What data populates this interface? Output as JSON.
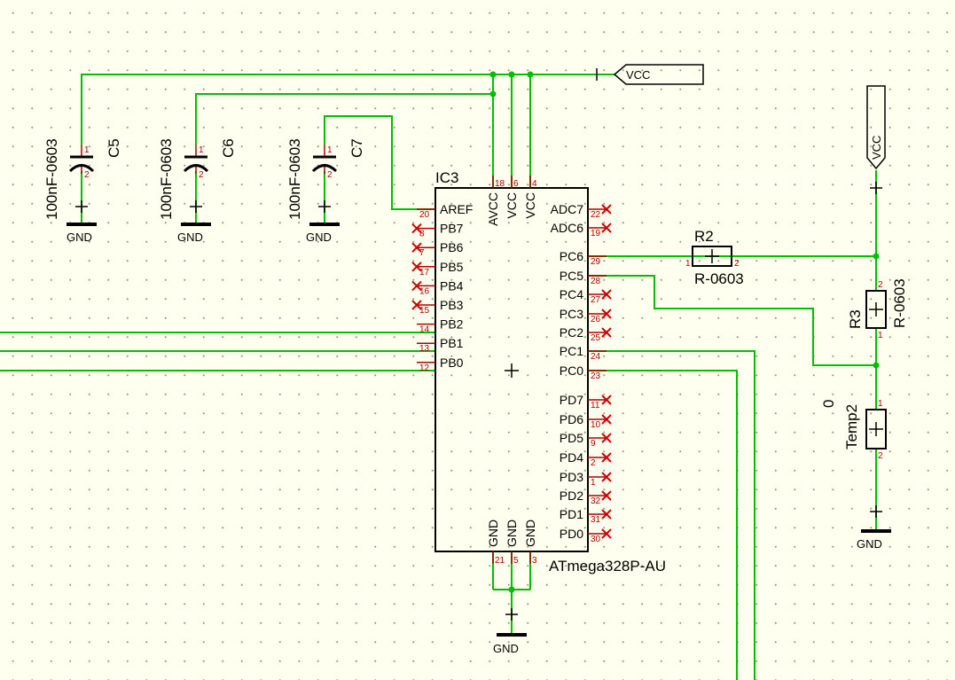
{
  "ic3": {
    "name": "IC3",
    "value": "ATmega328P-AU",
    "left_pins": [
      {
        "num": "20",
        "name": "AREF",
        "nc": false
      },
      {
        "num": "8",
        "name": "PB7",
        "nc": true
      },
      {
        "num": "7",
        "name": "PB6",
        "nc": true
      },
      {
        "num": "17",
        "name": "PB5",
        "nc": true
      },
      {
        "num": "16",
        "name": "PB4",
        "nc": true
      },
      {
        "num": "15",
        "name": "PB3",
        "nc": true
      },
      {
        "num": "14",
        "name": "PB2",
        "nc": false
      },
      {
        "num": "13",
        "name": "PB1",
        "nc": false
      },
      {
        "num": "12",
        "name": "PB0",
        "nc": false
      }
    ],
    "right_pins": [
      {
        "num": "22",
        "name": "ADC7",
        "nc": true
      },
      {
        "num": "19",
        "name": "ADC6",
        "nc": true
      },
      {
        "num": "29",
        "name": "PC6",
        "nc": false
      },
      {
        "num": "28",
        "name": "PC5",
        "nc": false
      },
      {
        "num": "27",
        "name": "PC4",
        "nc": true
      },
      {
        "num": "26",
        "name": "PC3",
        "nc": true
      },
      {
        "num": "25",
        "name": "PC2",
        "nc": true
      },
      {
        "num": "24",
        "name": "PC1",
        "nc": false
      },
      {
        "num": "23",
        "name": "PC0",
        "nc": false
      },
      {
        "num": "11",
        "name": "PD7",
        "nc": true
      },
      {
        "num": "10",
        "name": "PD6",
        "nc": true
      },
      {
        "num": "9",
        "name": "PD5",
        "nc": true
      },
      {
        "num": "2",
        "name": "PD4",
        "nc": true
      },
      {
        "num": "1",
        "name": "PD3",
        "nc": true
      },
      {
        "num": "32",
        "name": "PD2",
        "nc": true
      },
      {
        "num": "31",
        "name": "PD1",
        "nc": true
      },
      {
        "num": "30",
        "name": "PD0",
        "nc": true
      }
    ],
    "top_pins": [
      {
        "num": "18",
        "name": "AVCC"
      },
      {
        "num": "6",
        "name": "VCC"
      },
      {
        "num": "4",
        "name": "VCC"
      }
    ],
    "bottom_pins": [
      {
        "num": "21",
        "name": "GND"
      },
      {
        "num": "5",
        "name": "GND"
      },
      {
        "num": "3",
        "name": "GND"
      }
    ]
  },
  "capacitors": [
    {
      "name": "C5",
      "value": "100nF-0603",
      "pin1": "1",
      "pin2": "2"
    },
    {
      "name": "C6",
      "value": "100nF-0603",
      "pin1": "1",
      "pin2": "2"
    },
    {
      "name": "C7",
      "value": "100nF-0603",
      "pin1": "1",
      "pin2": "2"
    }
  ],
  "resistors": {
    "r2": {
      "name": "R2",
      "value": "R-0603",
      "pin1": "1",
      "pin2": "2"
    },
    "r3": {
      "name": "R3",
      "value": "R-0603",
      "pin1": "1",
      "pin2": "2"
    },
    "temp2": {
      "name": "Temp2",
      "value": "0",
      "pin1": "1",
      "pin2": "2"
    }
  },
  "net_labels": {
    "vcc_top": "VCC",
    "vcc_right": "VCC"
  },
  "ground_labels": {
    "c5": "GND",
    "c6": "GND",
    "c7": "GND",
    "ic3": "GND",
    "temp2": "GND"
  },
  "colors": {
    "wire": "#00c000",
    "component": "#000000",
    "pin": "#b00000",
    "no_connect": "#d00000",
    "background": "#fffff0"
  }
}
